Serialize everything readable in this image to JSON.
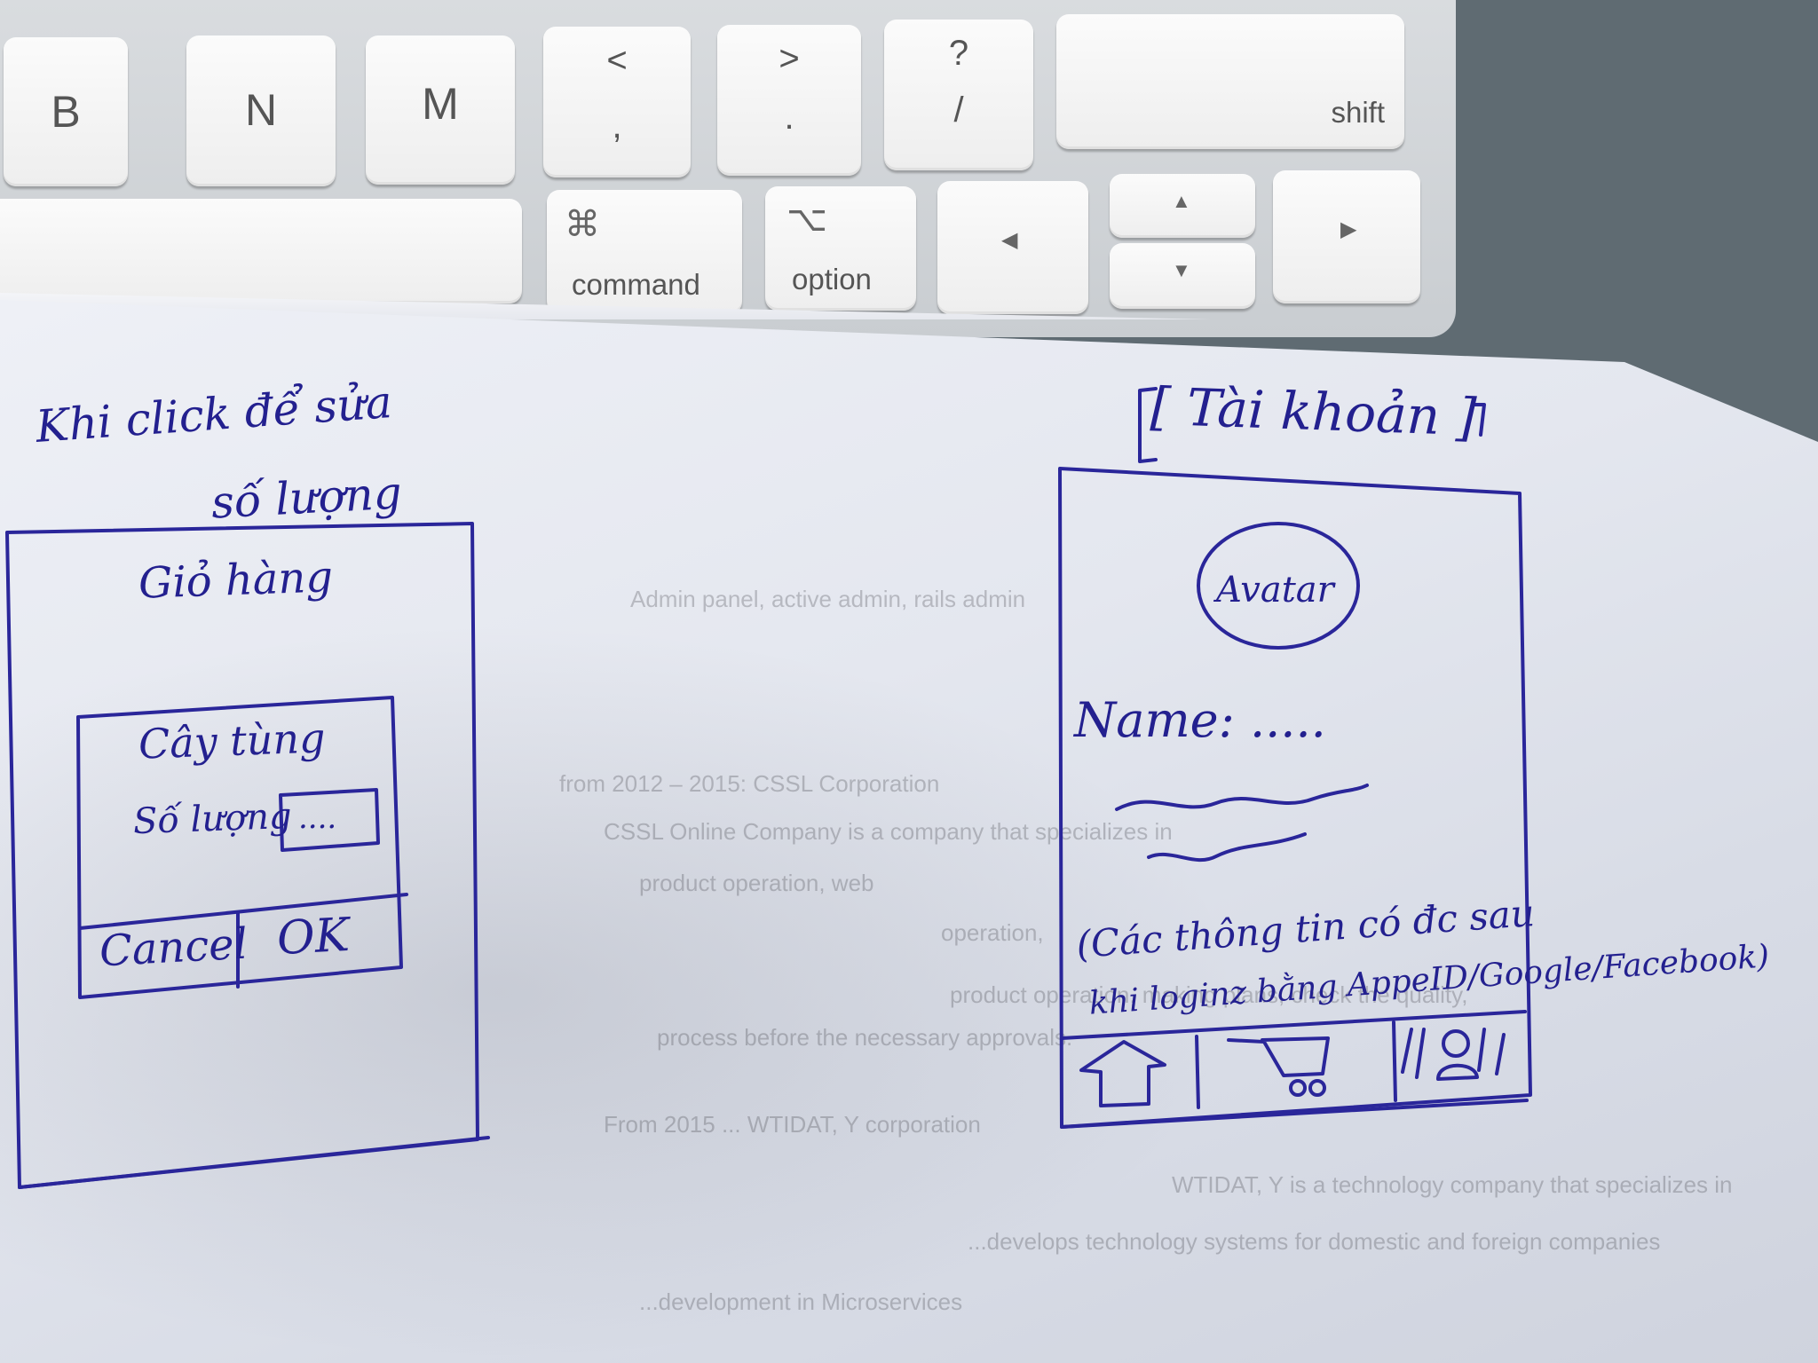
{
  "keyboard": {
    "keys_row1": [
      {
        "main": "B"
      },
      {
        "main": "N"
      },
      {
        "main": "M"
      },
      {
        "top": "<",
        "bottom": ","
      },
      {
        "top": ">",
        "bottom": "."
      },
      {
        "top": "?",
        "bottom": "/"
      }
    ],
    "shift_label": "shift",
    "command_label": "command",
    "command_glyph": "⌘",
    "option_label": "option",
    "option_glyph": "⌥",
    "arrow_left": "◀",
    "arrow_up": "▲",
    "arrow_down": "▼",
    "arrow_right": "▶"
  },
  "sketch_left": {
    "note_line1": "Khi click để sửa",
    "note_line2": "số lượng",
    "screen_title": "Giỏ hàng",
    "dialog": {
      "product_name": "Cây tùng",
      "quantity_label": "Số lượng",
      "quantity_value": "....",
      "cancel_label": "Cancel",
      "ok_label": "OK"
    }
  },
  "sketch_right": {
    "header": "[ Tài khoản ]",
    "avatar_label": "Avatar",
    "name_field": "Name: .....",
    "note_line1": "(Các thông tin có đc sau",
    "note_line2": "khi loginz bằng AppeID/Google/Facebook)",
    "tabbar": {
      "home_icon": "home-icon",
      "cart_icon": "cart-icon",
      "account_icon": "account-icon"
    }
  },
  "background_print": [
    "Admin panel, active admin, rails admin",
    "from 2012 – 2015: CSSL Corporation",
    "CSSL Online Company is a company that specializes in",
    "product operation, web",
    "operation,",
    "product operation, making plans, check the quality,",
    "process before the necessary approvals.",
    "From 2015 ... WTIDAT, Y corporation",
    "WTIDAT, Y is a technology company that specializes in",
    "...develops technology systems for domestic and foreign companies",
    "...development in Microservices"
  ]
}
